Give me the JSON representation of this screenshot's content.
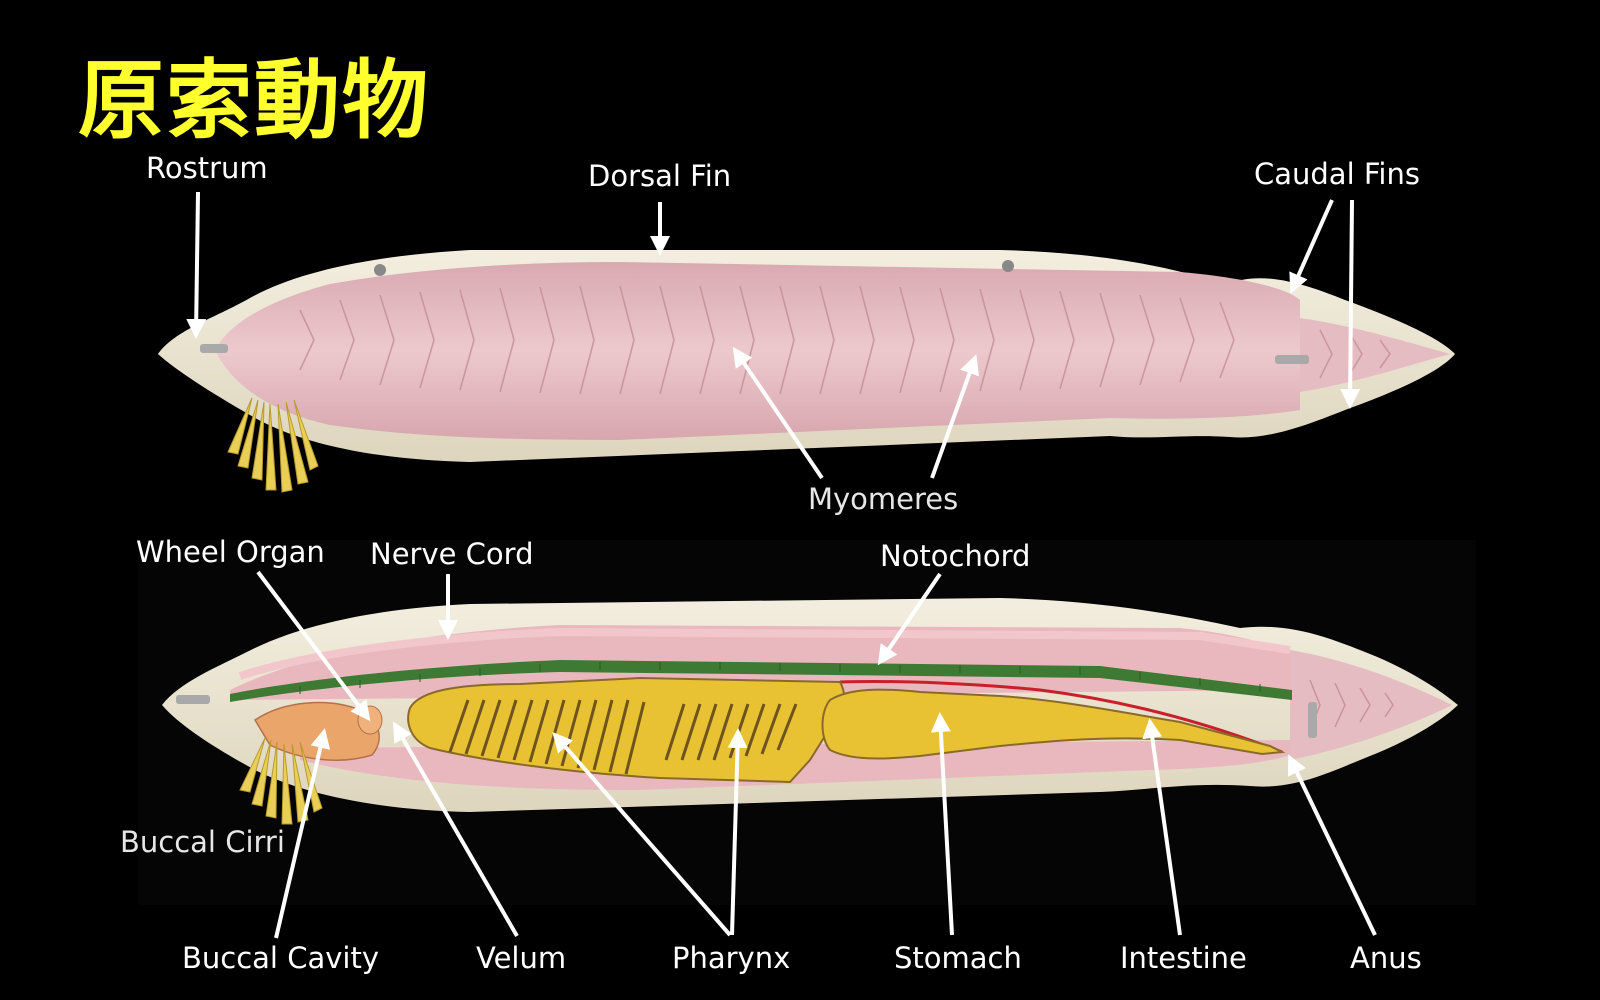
{
  "title": "原索動物",
  "colors": {
    "title": "#ffff2e",
    "background": "#000000",
    "body_cream": "#ece6d3",
    "muscle_pink": "#e7c1c6",
    "notochord_green": "#3f7a34",
    "pharynx_yellow": "#e8c233",
    "cirri_yellow": "#e9cf55",
    "arrow": "#ffffff"
  },
  "labels": {
    "rostrum": "Rostrum",
    "dorsal_fin": "Dorsal Fin",
    "caudal_fins": "Caudal Fins",
    "myomeres": "Myomeres",
    "wheel_organ": "Wheel Organ",
    "nerve_cord": "Nerve Cord",
    "notochord": "Notochord",
    "buccal_cirri": "Buccal Cirri",
    "buccal_cavity": "Buccal Cavity",
    "velum": "Velum",
    "pharynx": "Pharynx",
    "stomach": "Stomach",
    "intestine": "Intestine",
    "anus": "Anus"
  }
}
